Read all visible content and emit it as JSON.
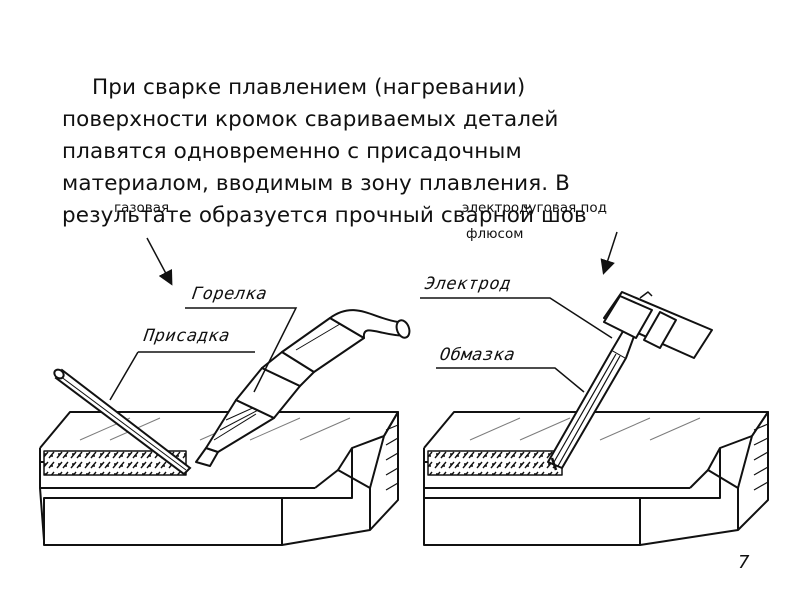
{
  "paragraph": {
    "line1": "При сварке плавлением (нагревании)",
    "line2": "поверхности кромок свариваемых деталей",
    "line3": "плавятся одновременно с присадочным",
    "line4": "материалом, вводимым в зону плавления. В",
    "line5": "результате образуется прочный сварной шов"
  },
  "welding_types": {
    "gas": "газовая",
    "arc_line1": "электродуговая под",
    "arc_line2": "флюсом"
  },
  "labels": {
    "torch": "Горелка",
    "filler": "Присадка",
    "electrode": "Электрод",
    "coating": "Обмазка"
  },
  "page_number": "7"
}
